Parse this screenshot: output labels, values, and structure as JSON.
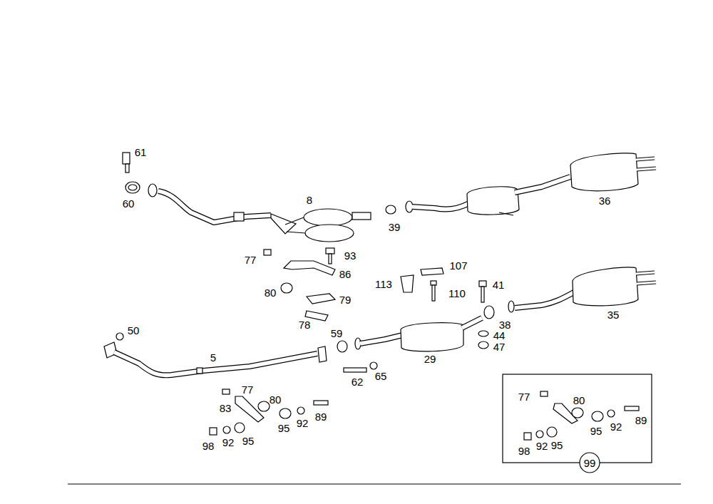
{
  "diagram": {
    "nodes": [
      {
        "text": [
          "99"
        ]
      }
    ],
    "labels": [
      "61",
      "60",
      "8",
      "39",
      "36",
      "77",
      "93",
      "86",
      "80",
      "79",
      "78",
      "113",
      "107",
      "110",
      "41",
      "38",
      "44",
      "47",
      "35",
      "50",
      "59",
      "5",
      "29",
      "62",
      "65",
      "77",
      "83",
      "80",
      "95",
      "92",
      "89",
      "98",
      "92",
      "95",
      "77",
      "80",
      "95",
      "92",
      "89",
      "98",
      "92",
      "95"
    ]
  }
}
